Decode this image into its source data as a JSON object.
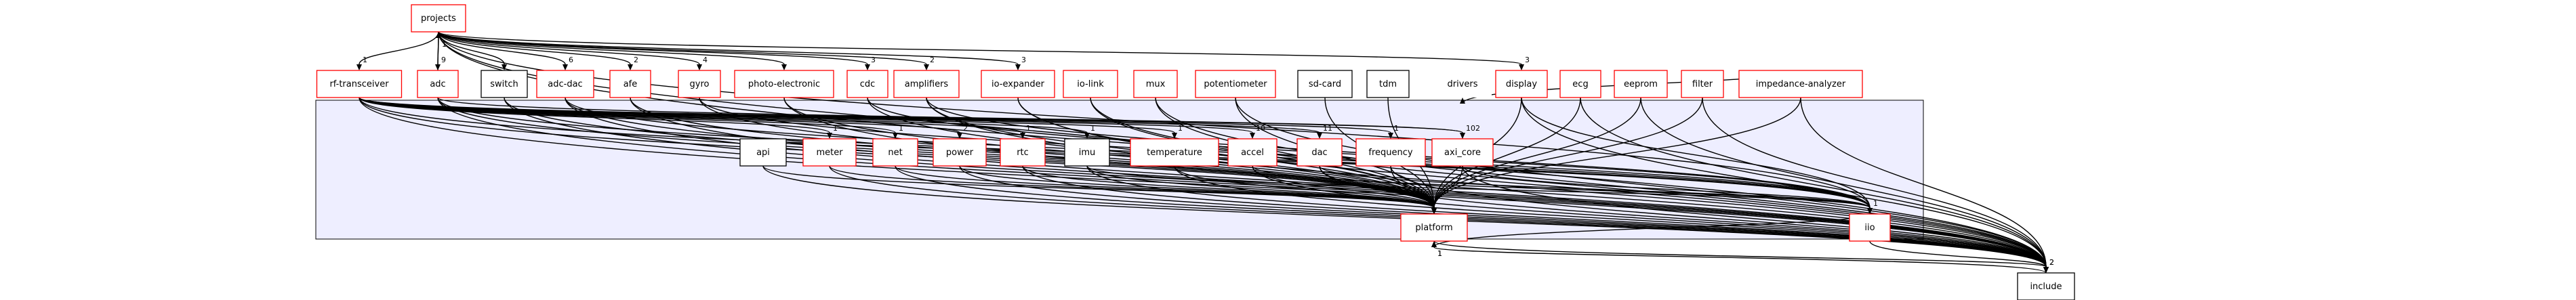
{
  "diagram": {
    "colors": {
      "background": "#ffffff",
      "cluster_fill": "#eeeeff",
      "cluster_stroke": "#000000",
      "node_fill": "#ffffff",
      "red_border": "#ff0000",
      "black_border": "#000000",
      "edge": "#000000"
    },
    "nodes": [
      {
        "id": "projects",
        "label": "projects",
        "border": "red"
      },
      {
        "id": "rf-transceiver",
        "label": "rf-transceiver",
        "border": "red"
      },
      {
        "id": "adc",
        "label": "adc",
        "border": "red"
      },
      {
        "id": "switch",
        "label": "switch",
        "border": "black"
      },
      {
        "id": "adc-dac",
        "label": "adc-dac",
        "border": "red"
      },
      {
        "id": "afe",
        "label": "afe",
        "border": "red"
      },
      {
        "id": "gyro",
        "label": "gyro",
        "border": "red"
      },
      {
        "id": "photo-electronic",
        "label": "photo-electronic",
        "border": "red"
      },
      {
        "id": "cdc",
        "label": "cdc",
        "border": "red"
      },
      {
        "id": "amplifiers",
        "label": "amplifiers",
        "border": "red"
      },
      {
        "id": "io-expander",
        "label": "io-expander",
        "border": "red"
      },
      {
        "id": "io-link",
        "label": "io-link",
        "border": "red"
      },
      {
        "id": "mux",
        "label": "mux",
        "border": "red"
      },
      {
        "id": "potentiometer",
        "label": "potentiometer",
        "border": "red"
      },
      {
        "id": "sd-card",
        "label": "sd-card",
        "border": "black"
      },
      {
        "id": "tdm",
        "label": "tdm",
        "border": "black"
      },
      {
        "id": "drivers",
        "label": "drivers",
        "border": "none"
      },
      {
        "id": "display",
        "label": "display",
        "border": "red"
      },
      {
        "id": "ecg",
        "label": "ecg",
        "border": "red"
      },
      {
        "id": "eeprom",
        "label": "eeprom",
        "border": "red"
      },
      {
        "id": "filter",
        "label": "filter",
        "border": "red"
      },
      {
        "id": "impedance-analyzer",
        "label": "impedance-analyzer",
        "border": "red"
      },
      {
        "id": "api",
        "label": "api",
        "border": "black"
      },
      {
        "id": "meter",
        "label": "meter",
        "border": "red"
      },
      {
        "id": "net",
        "label": "net",
        "border": "red"
      },
      {
        "id": "power",
        "label": "power",
        "border": "red"
      },
      {
        "id": "rtc",
        "label": "rtc",
        "border": "red"
      },
      {
        "id": "imu",
        "label": "imu",
        "border": "black"
      },
      {
        "id": "temperature",
        "label": "temperature",
        "border": "red"
      },
      {
        "id": "accel",
        "label": "accel",
        "border": "red"
      },
      {
        "id": "dac",
        "label": "dac",
        "border": "red"
      },
      {
        "id": "frequency",
        "label": "frequency",
        "border": "red"
      },
      {
        "id": "axi_core",
        "label": "axi_core",
        "border": "red"
      },
      {
        "id": "platform",
        "label": "platform",
        "border": "red"
      },
      {
        "id": "iio",
        "label": "iio",
        "border": "red"
      },
      {
        "id": "include",
        "label": "include",
        "border": "black"
      }
    ],
    "edges": [
      {
        "from": "projects",
        "to": "rf-transceiver",
        "label": "1"
      },
      {
        "from": "projects",
        "to": "adc",
        "label": "9"
      },
      {
        "from": "adc",
        "to": "projects",
        "label": "1"
      },
      {
        "from": "projects",
        "to": "adc-dac",
        "label": "6"
      },
      {
        "from": "projects",
        "to": "afe",
        "label": "2"
      },
      {
        "from": "projects",
        "to": "gyro",
        "label": "4"
      },
      {
        "from": "projects",
        "to": "cdc",
        "label": "3"
      },
      {
        "from": "projects",
        "to": "amplifiers",
        "label": "2"
      },
      {
        "from": "projects",
        "to": "io-expander",
        "label": "3"
      },
      {
        "from": "projects",
        "to": "display",
        "label": "3"
      },
      {
        "from": "projects",
        "to": "platform",
        "label": ""
      },
      {
        "from": "projects",
        "to": "iio",
        "label": ""
      },
      {
        "from": "projects",
        "to": "include",
        "label": ""
      },
      {
        "from": "projects",
        "to": "photo-electronic",
        "label": ""
      },
      {
        "from": "projects",
        "to": "switch",
        "label": ""
      },
      {
        "from": "rf-transceiver",
        "to": "meter",
        "label": "1"
      },
      {
        "from": "rf-transceiver",
        "to": "net",
        "label": "1"
      },
      {
        "from": "rf-transceiver",
        "to": "power",
        "label": "2"
      },
      {
        "from": "rf-transceiver",
        "to": "rtc",
        "label": "1"
      },
      {
        "from": "rf-transceiver",
        "to": "imu",
        "label": "1"
      },
      {
        "from": "rf-transceiver",
        "to": "temperature",
        "label": "1"
      },
      {
        "from": "rf-transceiver",
        "to": "accel",
        "label": "10"
      },
      {
        "from": "rf-transceiver",
        "to": "dac",
        "label": "11"
      },
      {
        "from": "rf-transceiver",
        "to": "frequency",
        "label": "1"
      },
      {
        "from": "rf-transceiver",
        "to": "axi_core",
        "label": "102"
      },
      {
        "from": "rf-transceiver",
        "to": "platform",
        "label": ""
      },
      {
        "from": "rf-transceiver",
        "to": "iio",
        "label": ""
      },
      {
        "from": "rf-transceiver",
        "to": "include",
        "label": ""
      },
      {
        "from": "adc",
        "to": "axi_core",
        "label": ""
      },
      {
        "from": "adc",
        "to": "platform",
        "label": ""
      },
      {
        "from": "adc",
        "to": "iio",
        "label": ""
      },
      {
        "from": "adc",
        "to": "include",
        "label": ""
      },
      {
        "from": "switch",
        "to": "platform",
        "label": ""
      },
      {
        "from": "switch",
        "to": "include",
        "label": ""
      },
      {
        "from": "adc-dac",
        "to": "platform",
        "label": ""
      },
      {
        "from": "adc-dac",
        "to": "iio",
        "label": ""
      },
      {
        "from": "adc-dac",
        "to": "include",
        "label": ""
      },
      {
        "from": "afe",
        "to": "platform",
        "label": ""
      },
      {
        "from": "afe",
        "to": "include",
        "label": ""
      },
      {
        "from": "gyro",
        "to": "platform",
        "label": ""
      },
      {
        "from": "gyro",
        "to": "iio",
        "label": ""
      },
      {
        "from": "photo-electronic",
        "to": "platform",
        "label": ""
      },
      {
        "from": "photo-electronic",
        "to": "include",
        "label": ""
      },
      {
        "from": "cdc",
        "to": "platform",
        "label": ""
      },
      {
        "from": "cdc",
        "to": "iio",
        "label": ""
      },
      {
        "from": "amplifiers",
        "to": "platform",
        "label": ""
      },
      {
        "from": "amplifiers",
        "to": "iio",
        "label": ""
      },
      {
        "from": "amplifiers",
        "to": "include",
        "label": ""
      },
      {
        "from": "io-expander",
        "to": "platform",
        "label": ""
      },
      {
        "from": "io-expander",
        "to": "include",
        "label": ""
      },
      {
        "from": "io-link",
        "to": "platform",
        "label": ""
      },
      {
        "from": "io-link",
        "to": "include",
        "label": ""
      },
      {
        "from": "mux",
        "to": "platform",
        "label": ""
      },
      {
        "from": "mux",
        "to": "include",
        "label": ""
      },
      {
        "from": "potentiometer",
        "to": "platform",
        "label": ""
      },
      {
        "from": "potentiometer",
        "to": "include",
        "label": ""
      },
      {
        "from": "sd-card",
        "to": "platform",
        "label": ""
      },
      {
        "from": "tdm",
        "to": "platform",
        "label": ""
      },
      {
        "from": "display",
        "to": "platform",
        "label": ""
      },
      {
        "from": "display",
        "to": "iio",
        "label": ""
      },
      {
        "from": "display",
        "to": "include",
        "label": ""
      },
      {
        "from": "ecg",
        "to": "platform",
        "label": ""
      },
      {
        "from": "ecg",
        "to": "include",
        "label": ""
      },
      {
        "from": "eeprom",
        "to": "platform",
        "label": ""
      },
      {
        "from": "eeprom",
        "to": "include",
        "label": ""
      },
      {
        "from": "filter",
        "to": "platform",
        "label": ""
      },
      {
        "from": "filter",
        "to": "include",
        "label": ""
      },
      {
        "from": "impedance-analyzer",
        "to": "drivers",
        "label": ""
      },
      {
        "from": "impedance-analyzer",
        "to": "platform",
        "label": ""
      },
      {
        "from": "impedance-analyzer",
        "to": "include",
        "label": ""
      },
      {
        "from": "api",
        "to": "platform",
        "label": ""
      },
      {
        "from": "api",
        "to": "include",
        "label": ""
      },
      {
        "from": "meter",
        "to": "platform",
        "label": ""
      },
      {
        "from": "meter",
        "to": "include",
        "label": ""
      },
      {
        "from": "net",
        "to": "platform",
        "label": ""
      },
      {
        "from": "net",
        "to": "include",
        "label": ""
      },
      {
        "from": "power",
        "to": "platform",
        "label": ""
      },
      {
        "from": "power",
        "to": "include",
        "label": ""
      },
      {
        "from": "rtc",
        "to": "platform",
        "label": ""
      },
      {
        "from": "rtc",
        "to": "include",
        "label": ""
      },
      {
        "from": "imu",
        "to": "platform",
        "label": ""
      },
      {
        "from": "imu",
        "to": "include",
        "label": ""
      },
      {
        "from": "imu",
        "to": "iio",
        "label": ""
      },
      {
        "from": "temperature",
        "to": "platform",
        "label": ""
      },
      {
        "from": "temperature",
        "to": "include",
        "label": ""
      },
      {
        "from": "accel",
        "to": "platform",
        "label": ""
      },
      {
        "from": "accel",
        "to": "include",
        "label": ""
      },
      {
        "from": "accel",
        "to": "iio",
        "label": ""
      },
      {
        "from": "dac",
        "to": "platform",
        "label": ""
      },
      {
        "from": "dac",
        "to": "include",
        "label": ""
      },
      {
        "from": "dac",
        "to": "iio",
        "label": ""
      },
      {
        "from": "frequency",
        "to": "platform",
        "label": ""
      },
      {
        "from": "frequency",
        "to": "include",
        "label": ""
      },
      {
        "from": "axi_core",
        "to": "platform",
        "label": ""
      },
      {
        "from": "axi_core",
        "to": "include",
        "label": ""
      },
      {
        "from": "axi_core",
        "to": "iio",
        "label": "1"
      },
      {
        "from": "platform",
        "to": "include",
        "label": "2"
      },
      {
        "from": "include",
        "to": "platform",
        "label": "1"
      },
      {
        "from": "iio",
        "to": "platform",
        "label": "1"
      },
      {
        "from": "iio",
        "to": "include",
        "label": "2"
      }
    ]
  }
}
